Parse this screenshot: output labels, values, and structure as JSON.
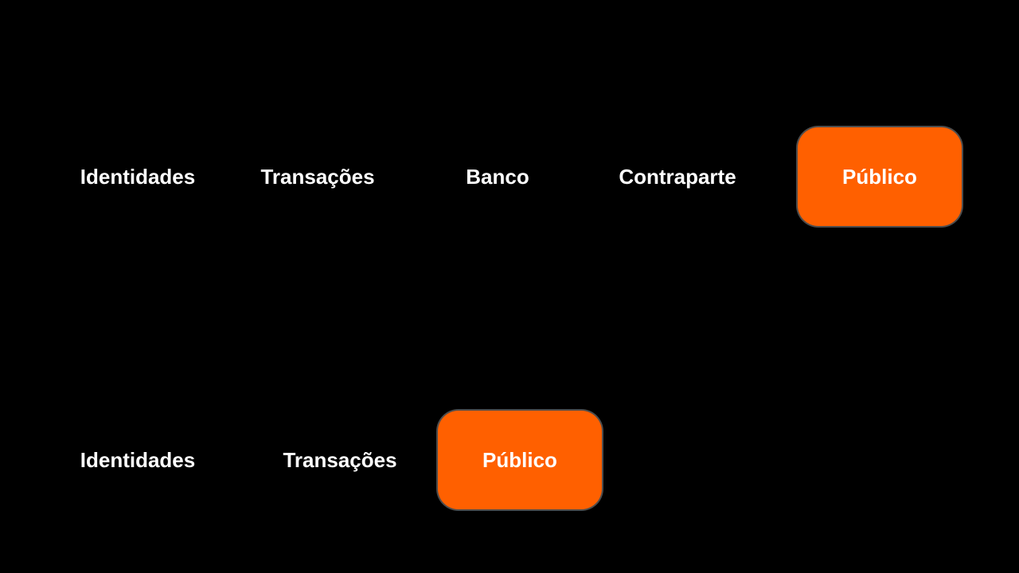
{
  "colors": {
    "background": "#000000",
    "text": "#ffffff",
    "highlight": "#ff6000"
  },
  "top_row": {
    "nodes": [
      {
        "label": "Identidades",
        "highlighted": false
      },
      {
        "label": "Transações",
        "highlighted": false
      },
      {
        "label": "Banco",
        "highlighted": false
      },
      {
        "label": "Contraparte",
        "highlighted": false
      },
      {
        "label": "Público",
        "highlighted": true
      }
    ]
  },
  "bottom_row": {
    "nodes": [
      {
        "label": "Identidades",
        "highlighted": false
      },
      {
        "label": "Transações",
        "highlighted": false
      },
      {
        "label": "Público",
        "highlighted": true
      }
    ]
  }
}
